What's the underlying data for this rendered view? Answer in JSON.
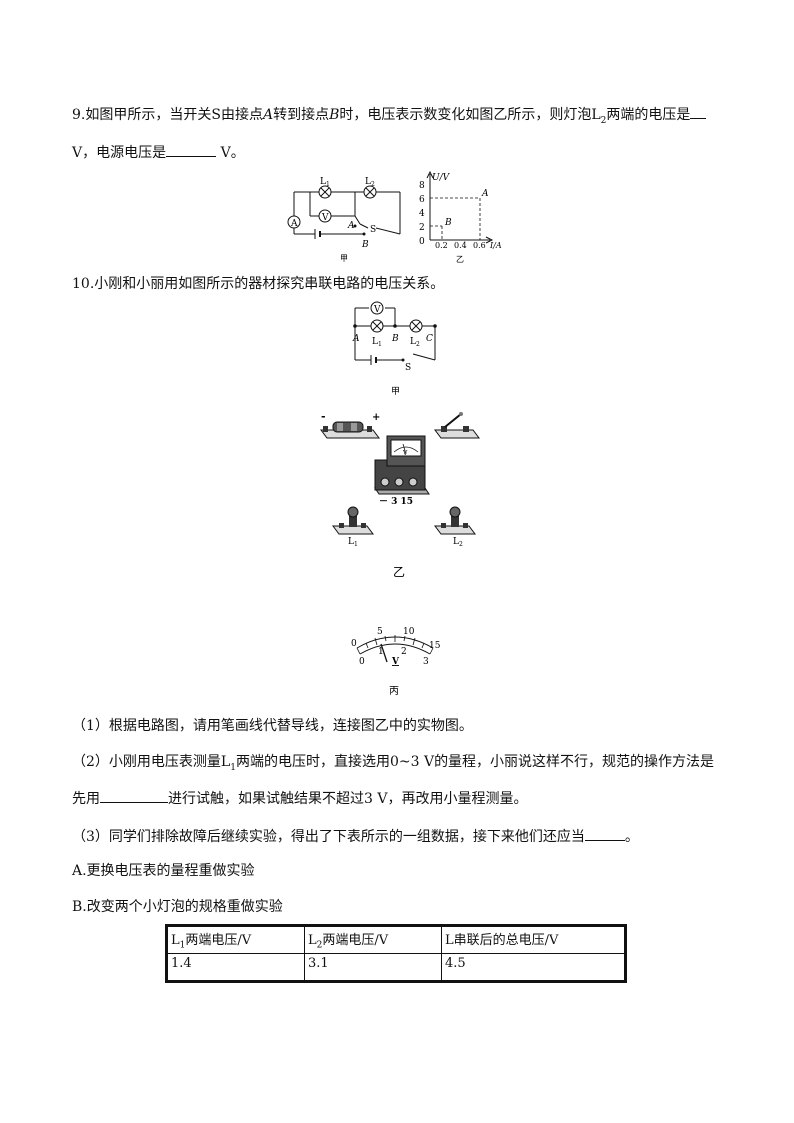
{
  "q9": {
    "line1_a": "9.如图甲所示，当开关",
    "line1_s": "S",
    "line1_b": "由接点",
    "line1_A": "A",
    "line1_c": "转到接点",
    "line1_B": "B",
    "line1_d": "时，电压表示数变化如图乙所示，则灯泡",
    "line1_L2": "L",
    "line1_L2sub": "2",
    "line1_e": "两端的电压是",
    "line2_a": "V，电源电压是",
    "line2_b": "V。",
    "fig_jia_caption": "甲",
    "fig_yi_caption": "乙",
    "fig_jia": {
      "L1": "L",
      "L1_sub": "1",
      "L2": "L",
      "L2_sub": "2",
      "ammeter": "A",
      "voltmeter": "V",
      "pointA": "A",
      "pointB": "B",
      "switch": "S"
    },
    "graph": {
      "y_axis_label": "U/V",
      "x_axis_label": "I/A",
      "y_ticks": [
        "0",
        "2",
        "4",
        "6",
        "8"
      ],
      "x_ticks": [
        "0.2",
        "0.4",
        "0.6"
      ],
      "pointA": "A",
      "pointB": "B"
    }
  },
  "q10": {
    "title": "10.小刚和小丽用如图所示的器材探究串联电路的电压关系。",
    "fig_jia_caption": "甲",
    "fig_yi_caption": "乙",
    "fig_bing_caption": "丙",
    "fig_jia": {
      "voltmeter": "V",
      "A": "A",
      "B": "B",
      "C": "C",
      "L1": "L",
      "L1_sub": "1",
      "L2": "L",
      "L2_sub": "2",
      "switch": "S"
    },
    "fig_yi": {
      "minus": "-",
      "plus": "+",
      "terminals": "－  3  15",
      "meter": "V",
      "L1": "L",
      "L1_sub": "1",
      "L2": "L",
      "L2_sub": "2"
    },
    "fig_bing": {
      "top_scale": [
        "0",
        "5",
        "10",
        "15"
      ],
      "bottom_scale": [
        "0",
        "1",
        "2",
        "3"
      ],
      "unit": "V"
    },
    "p1": "（1）根据电路图，请用笔画线代替导线，连接图乙中的实物图。",
    "p2_a": "（2）小刚用电压表测量",
    "p2_L": "L",
    "p2_sub": "1",
    "p2_b": "两端的电压时，直接选用",
    "p2_c": "0~3 V",
    "p2_d": "的量程，小丽说这样不行，规范的操作方法是",
    "p2_line2_a": "先用",
    "p2_line2_b": "进行试触，如果试触结果不超过",
    "p2_line2_c": "3 V",
    "p2_line2_d": "，再改用小量程测量。",
    "p3": "（3）同学们排除故障后继续实验，得出了下表所示的一组数据，接下来他们还应当",
    "p3_end": "。",
    "optA": "A.更换电压表的量程重做实验",
    "optB": "B.改变两个小灯泡的规格重做实验",
    "table": {
      "headers": [
        {
          "main": "L",
          "sub": "1",
          "rest": "两端电压/V"
        },
        {
          "main": "L",
          "sub": "2",
          "rest": "两端电压/V"
        },
        {
          "main": "L",
          "sub": "",
          "rest": "串联后的总电压/V"
        }
      ],
      "row": [
        "1.4",
        "3.1",
        "4.5"
      ]
    }
  }
}
